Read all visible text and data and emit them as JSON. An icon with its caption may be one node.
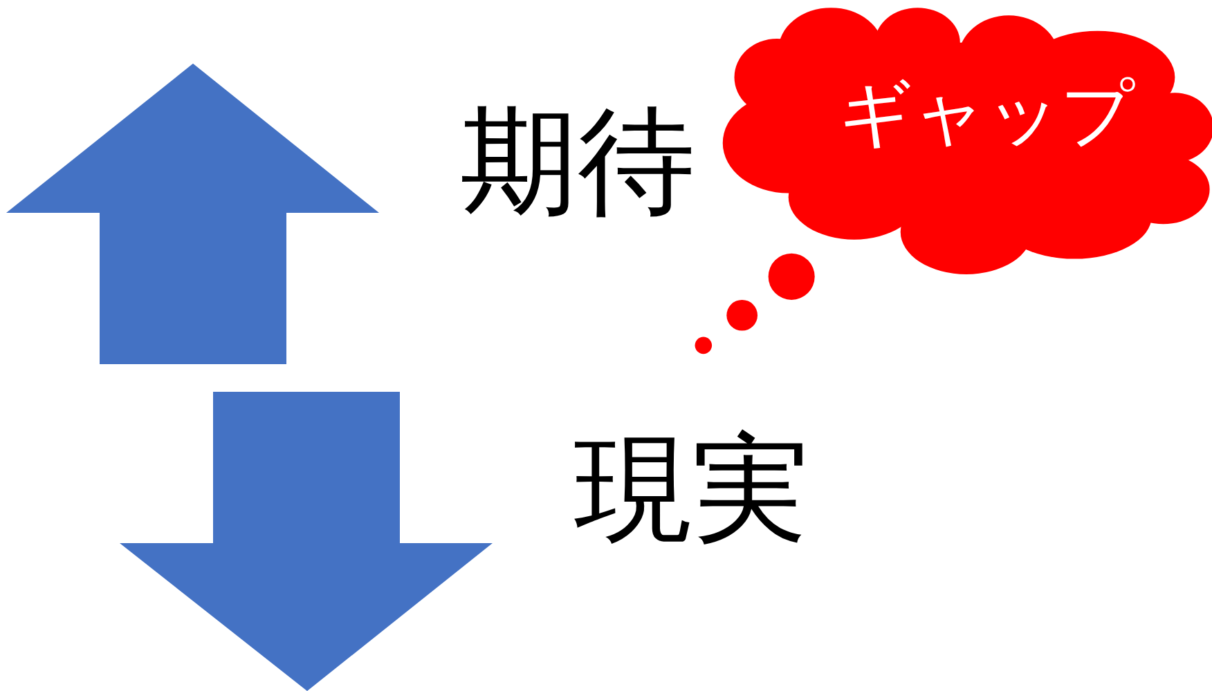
{
  "diagram": {
    "nodes": [
      {
        "text": [
          "ギャップ"
        ]
      }
    ],
    "edges": [],
    "labels": [
      "期待",
      "現実"
    ]
  }
}
